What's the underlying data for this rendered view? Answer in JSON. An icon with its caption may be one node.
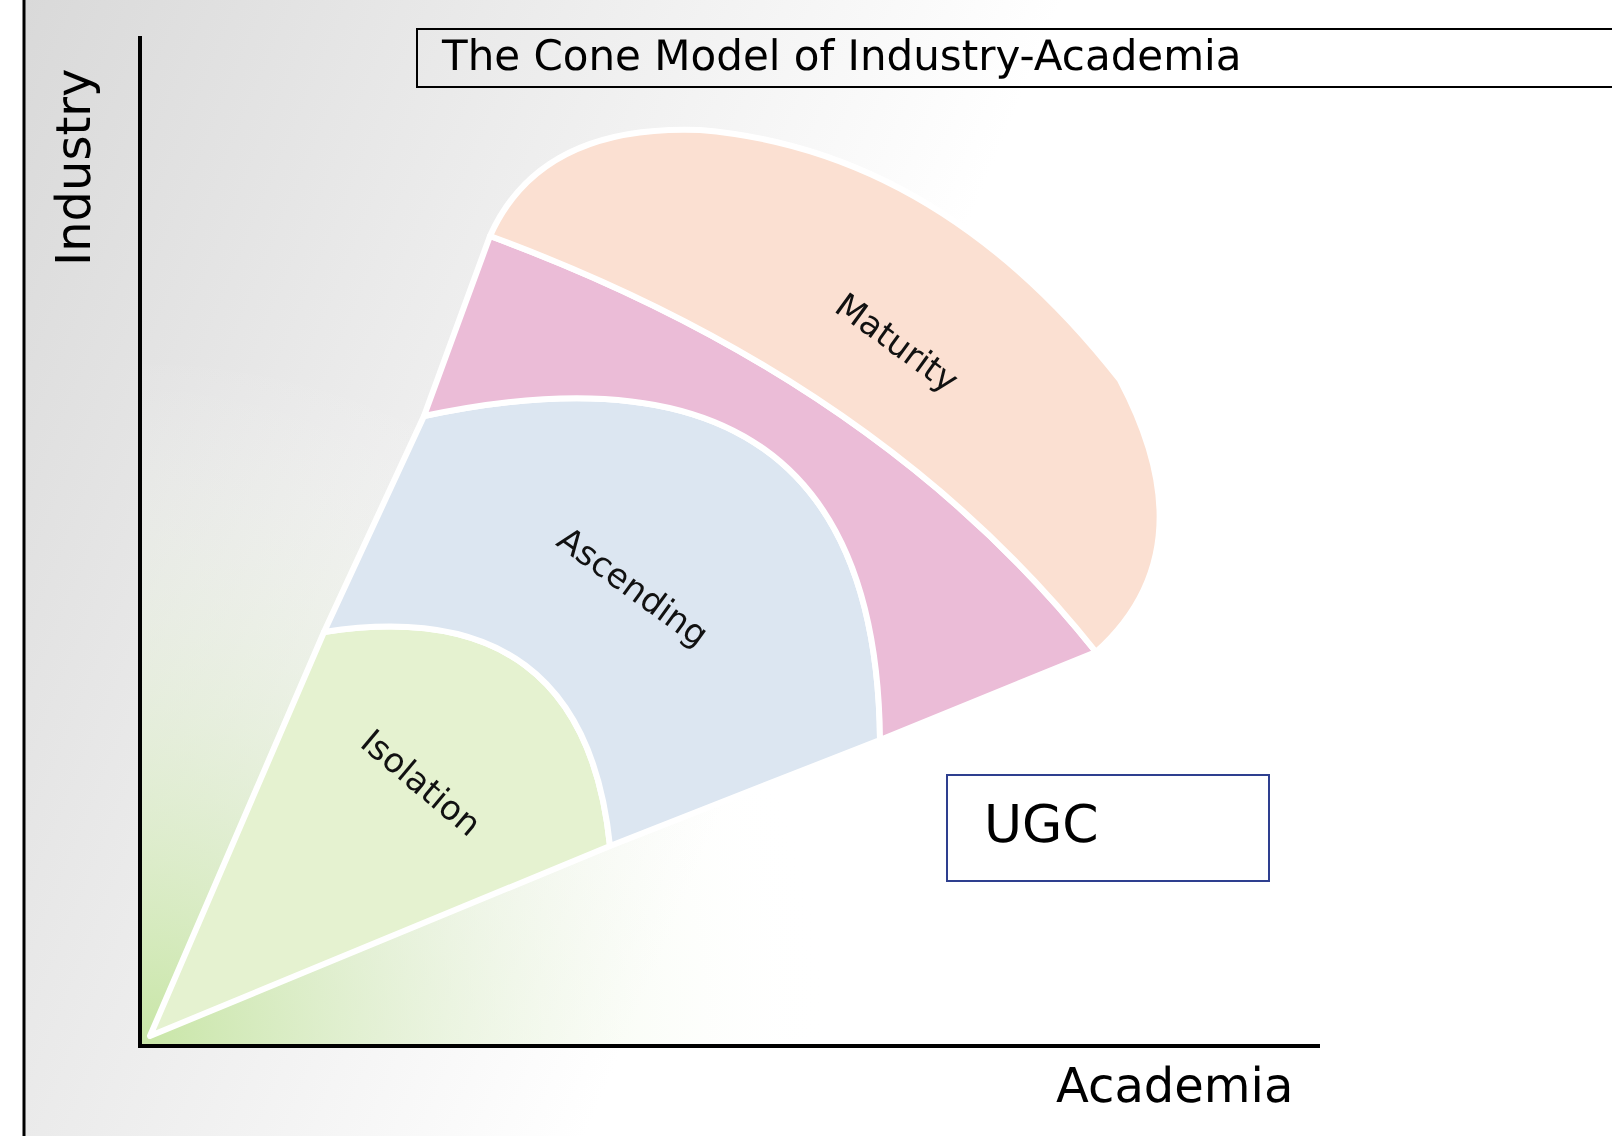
{
  "diagram": {
    "title": "The Cone Model of Industry-Academia",
    "nodes": [
      {
        "text": [
          "Isolation"
        ]
      },
      {
        "text": [
          "Ascending"
        ]
      },
      {
        "text": [
          "Maturity"
        ]
      },
      {
        "text": [
          "UGC"
        ]
      }
    ],
    "labels": [
      "Industry",
      "Academia"
    ]
  }
}
